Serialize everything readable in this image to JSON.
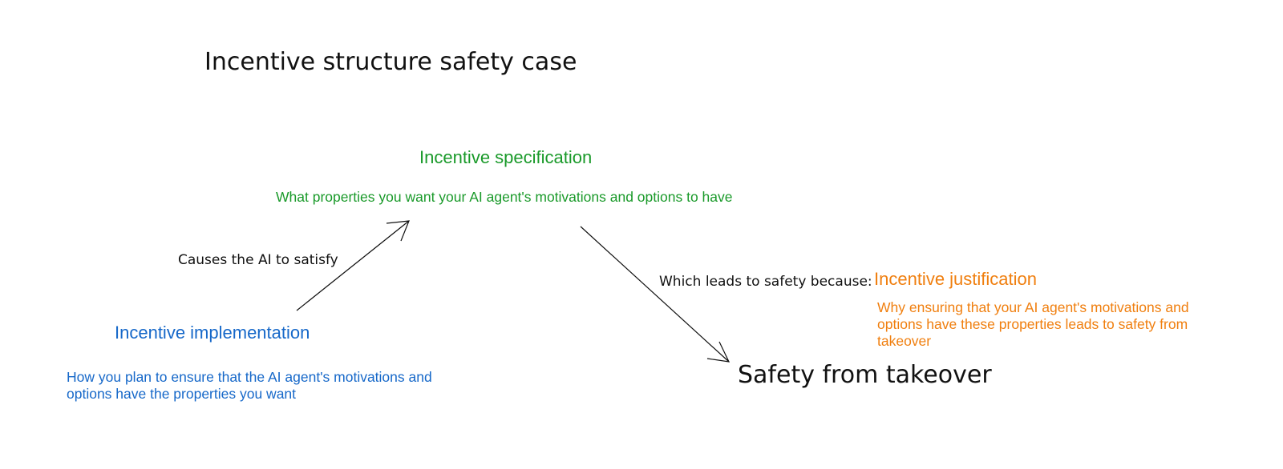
{
  "title": "Incentive structure safety case",
  "colors": {
    "specification": "#1a9a2a",
    "implementation": "#1668c9",
    "justification": "#f07f0f",
    "text": "#111111",
    "arrow": "#111111"
  },
  "nodes": {
    "specification": {
      "heading": "Incentive specification",
      "description": "What properties you want your AI agent's motivations and options to have"
    },
    "implementation": {
      "heading": "Incentive implementation",
      "description": "How you plan to ensure that the AI agent's motivations and options have the properties you want"
    },
    "justification": {
      "heading": "Incentive justification",
      "description": "Why ensuring that your AI agent's motivations and options have these properties leads to safety from takeover"
    },
    "outcome": {
      "label": "Safety from takeover"
    }
  },
  "edges": {
    "implementation_to_specification": "Causes the AI to satisfy",
    "specification_to_outcome": "Which leads to safety because:"
  }
}
